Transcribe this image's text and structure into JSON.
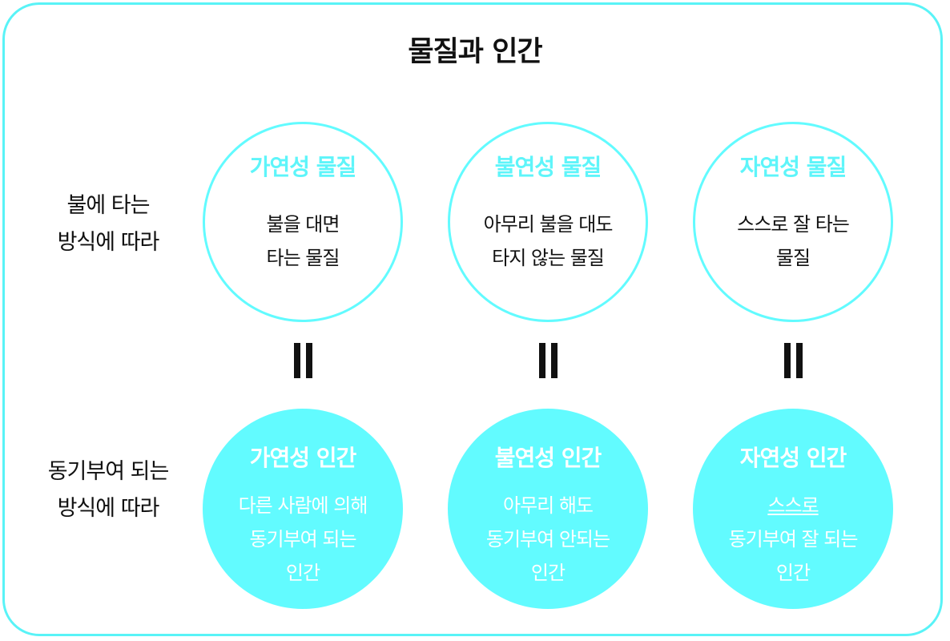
{
  "title": "물질과 인간",
  "row_labels": {
    "top": [
      "불에 타는",
      "방식에 따라"
    ],
    "bottom": [
      "동기부여 되는",
      "방식에 따라"
    ]
  },
  "materials": [
    {
      "title": "가연성 물질",
      "desc": [
        "불을 대면",
        "타는 물질"
      ]
    },
    {
      "title": "불연성 물질",
      "desc": [
        "아무리 불을 대도",
        "타지 않는 물질"
      ]
    },
    {
      "title": "자연성 물질",
      "desc": [
        "스스로 잘 타는",
        "물질"
      ]
    }
  ],
  "humans": [
    {
      "title": "가연성 인간",
      "desc": [
        "다른 사람에 의해",
        "동기부여 되는",
        "인간"
      ]
    },
    {
      "title": "불연성 인간",
      "desc": [
        "아무리 해도",
        "동기부여 안되는",
        "인간"
      ]
    },
    {
      "title": "자연성 인간",
      "desc": [
        "스스로",
        "동기부여 잘 되는",
        "인간"
      ]
    }
  ],
  "colors": {
    "accent": "#62fbff",
    "border": "#59f3f7",
    "text": "#111111"
  }
}
